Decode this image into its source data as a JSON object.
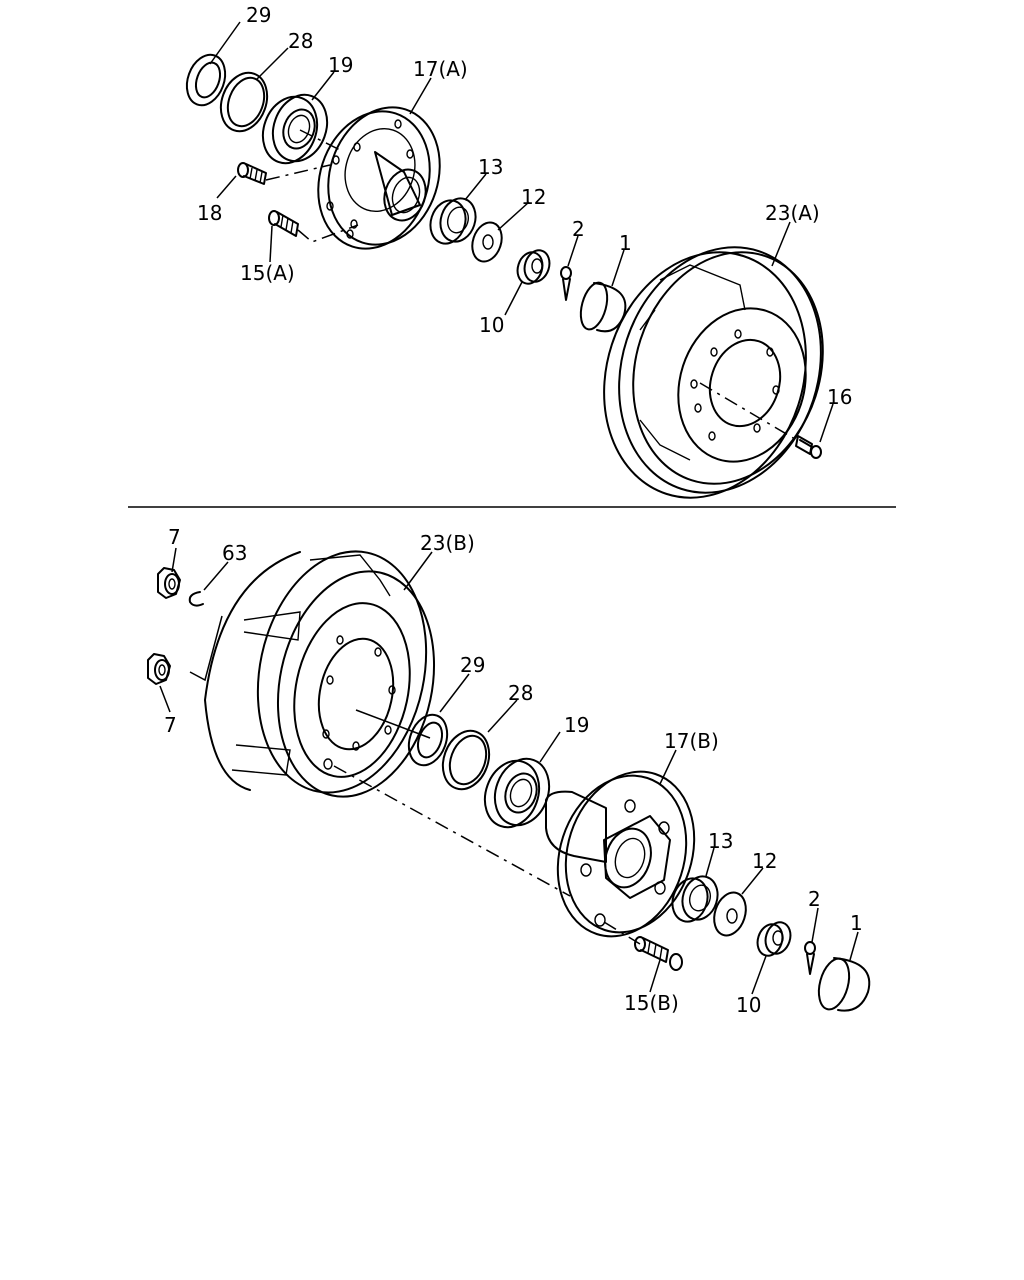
{
  "labels": {
    "top_29": "29",
    "top_28": "28",
    "top_19": "19",
    "top_17": "17(A)",
    "top_18": "18",
    "top_15": "15(A)",
    "top_13": "13",
    "top_12": "12",
    "top_2": "2",
    "top_1": "1",
    "top_10": "10",
    "top_23": "23(A)",
    "top_16": "16",
    "bot_7a": "7",
    "bot_63": "63",
    "bot_23": "23(B)",
    "bot_7b": "7",
    "bot_29": "29",
    "bot_28": "28",
    "bot_19": "19",
    "bot_17": "17(B)",
    "bot_13": "13",
    "bot_12": "12",
    "bot_2": "2",
    "bot_1": "1",
    "bot_15": "15(B)",
    "bot_10": "10"
  }
}
